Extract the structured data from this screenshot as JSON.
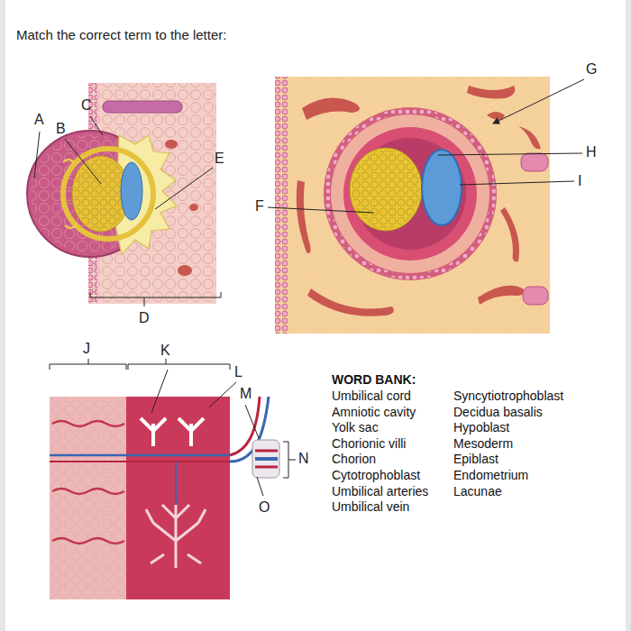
{
  "diagram": {
    "title": "Match the correct term to the letter:",
    "labels": [
      "A",
      "B",
      "C",
      "D",
      "E",
      "F",
      "G",
      "H",
      "I",
      "J",
      "K",
      "L",
      "M",
      "N",
      "O",
      "WORD BANK:",
      "Umbilical cord",
      "Syncytiotrophoblast",
      "Amniotic cavity",
      "Decidua basalis",
      "Yolk sac",
      "Hypoblast",
      "Chorionic villi",
      "Mesoderm",
      "Chorion",
      "Epiblast",
      "Cytotrophoblast",
      "Endometrium",
      "Umbilical arteries",
      "Lacunae",
      "Umbilical vein"
    ]
  }
}
